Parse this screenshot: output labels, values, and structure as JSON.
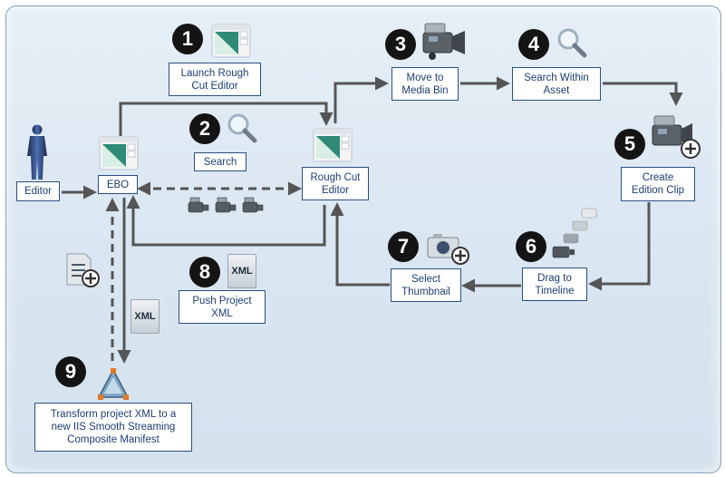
{
  "steps": {
    "s1": {
      "number": "1",
      "label": "Launch Rough\nCut Editor"
    },
    "s2": {
      "number": "2",
      "label": "Search"
    },
    "s3": {
      "number": "3",
      "label": "Move to\nMedia Bin"
    },
    "s4": {
      "number": "4",
      "label": "Search Within\nAsset"
    },
    "s5": {
      "number": "5",
      "label": "Create\nEdition Clip"
    },
    "s6": {
      "number": "6",
      "label": "Drag to\nTimeline"
    },
    "s7": {
      "number": "7",
      "label": "Select\nThumbnail"
    },
    "s8": {
      "number": "8",
      "label": "Push Project\nXML"
    },
    "s9": {
      "number": "9",
      "label": "Transform project XML to a\nnew IIS Smooth Streaming\nComposite Manifest"
    }
  },
  "nodes": {
    "editor": "Editor",
    "ebo": "EBO",
    "rough_cut_editor": "Rough Cut\nEditor"
  },
  "icons": {
    "xml_label": "XML",
    "person": "person-icon",
    "app_window": "app-window-icon",
    "magnifier": "magnifier-icon",
    "video_camera": "video-camera-icon",
    "photo_camera": "photo-camera-icon",
    "document_add": "document-add-icon",
    "xml_document": "xml-document-icon",
    "transform": "transform-icon"
  },
  "colors": {
    "box_border": "#2b4f82",
    "box_text": "#1d3e74",
    "arrow": "#555555",
    "badge": "#141414",
    "background": "#dbe7f2"
  }
}
